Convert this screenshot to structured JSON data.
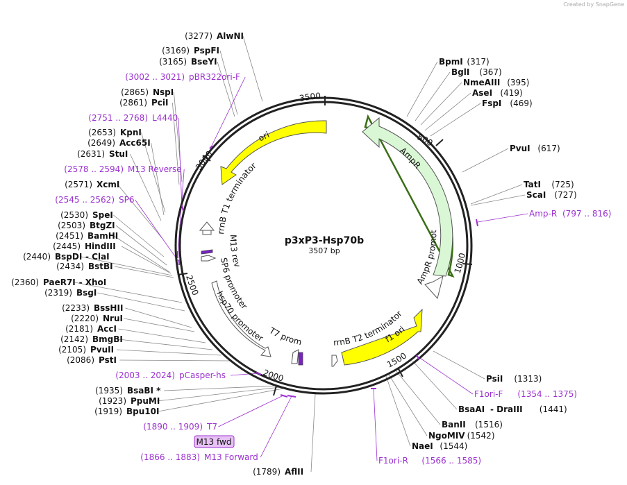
{
  "credit": "Created by SnapGene",
  "plasmid": {
    "name": "p3xP3-Hsp70b",
    "size_label": "3507 bp"
  },
  "colors": {
    "ring": "#222222",
    "primer": "#9b30d0",
    "ampr": "#d9f7d4",
    "ori": "#ffff00",
    "purple_feature": "#7a22c8"
  },
  "ticks": [
    "500",
    "1000",
    "1500",
    "2000",
    "2500",
    "3000",
    "3500"
  ],
  "sites": [
    {
      "pos": "(3277)",
      "name": "AlwNI"
    },
    {
      "pos": "(3169)",
      "name": "PspFI"
    },
    {
      "pos": "(3165)",
      "name": "BseYI"
    },
    {
      "pos": "(2865)",
      "name": "NspI"
    },
    {
      "pos": "(2861)",
      "name": "PciI"
    },
    {
      "pos": "(2653)",
      "name": "KpnI"
    },
    {
      "pos": "(2649)",
      "name": "Acc65I"
    },
    {
      "pos": "(2631)",
      "name": "StuI"
    },
    {
      "pos": "(2571)",
      "name": "XcmI"
    },
    {
      "pos": "(2530)",
      "name": "SpeI"
    },
    {
      "pos": "(2503)",
      "name": "BtgZI"
    },
    {
      "pos": "(2451)",
      "name": "BamHI"
    },
    {
      "pos": "(2445)",
      "name": "HindIII"
    },
    {
      "pos": "(2440)",
      "name": "BspDI",
      "extra": "- ClaI"
    },
    {
      "pos": "(2434)",
      "name": "BstBI"
    },
    {
      "pos": "(2360)",
      "name": "PaeR7I",
      "extra": "- XhoI"
    },
    {
      "pos": "(2319)",
      "name": "BsgI"
    },
    {
      "pos": "(2233)",
      "name": "BssHII"
    },
    {
      "pos": "(2220)",
      "name": "NruI"
    },
    {
      "pos": "(2181)",
      "name": "AccI"
    },
    {
      "pos": "(2142)",
      "name": "BmgBI"
    },
    {
      "pos": "(2105)",
      "name": "PvuII"
    },
    {
      "pos": "(2086)",
      "name": "PstI"
    },
    {
      "pos": "(1935)",
      "name": "BsaBI *"
    },
    {
      "pos": "(1923)",
      "name": "PpuMI"
    },
    {
      "pos": "(1919)",
      "name": "Bpu10I"
    },
    {
      "pos": "(1789)",
      "name": "AflII"
    },
    {
      "pos": "(317)",
      "name": "BpmI"
    },
    {
      "pos": "(367)",
      "name": "BglI"
    },
    {
      "pos": "(395)",
      "name": "NmeAIII"
    },
    {
      "pos": "(419)",
      "name": "AseI"
    },
    {
      "pos": "(469)",
      "name": "FspI"
    },
    {
      "pos": "(617)",
      "name": "PvuI"
    },
    {
      "pos": "(725)",
      "name": "TatI"
    },
    {
      "pos": "(727)",
      "name": "ScaI"
    },
    {
      "pos": "(1313)",
      "name": "PsiI"
    },
    {
      "pos": "(1441)",
      "name": "BsaAI",
      "extra": "- DraIII"
    },
    {
      "pos": "(1516)",
      "name": "BanII"
    },
    {
      "pos": "(1542)",
      "name": "NgoMIV"
    },
    {
      "pos": "(1544)",
      "name": "NaeI"
    }
  ],
  "primers": [
    {
      "range": "(3002 .. 3021)",
      "name": "pBR322ori-F"
    },
    {
      "range": "(2751 .. 2768)",
      "name": "L4440"
    },
    {
      "range": "(2578 .. 2594)",
      "name": "M13 Reverse"
    },
    {
      "range": "(2545 .. 2562)",
      "name": "SP6"
    },
    {
      "range": "(2003 .. 2024)",
      "name": "pCasper-hs"
    },
    {
      "range": "(1890 .. 1909)",
      "name": "T7"
    },
    {
      "range": "",
      "name": "M13 fwd"
    },
    {
      "range": "(1866 .. 1883)",
      "name": "M13 Forward"
    },
    {
      "range": "(797 .. 816)",
      "name": "Amp-R"
    },
    {
      "range": "(1354 .. 1375)",
      "name": "F1ori-F"
    },
    {
      "range": "(1566 .. 1585)",
      "name": "F1ori-R"
    }
  ],
  "features": [
    "ori",
    "AmpR",
    "AmpR promoter",
    "f1 ori",
    "rrnB T2 terminator",
    "rrnB T1 terminator",
    "M13 rev",
    "SP6 promoter",
    "hsp70 promoter",
    "T7 promoter"
  ]
}
